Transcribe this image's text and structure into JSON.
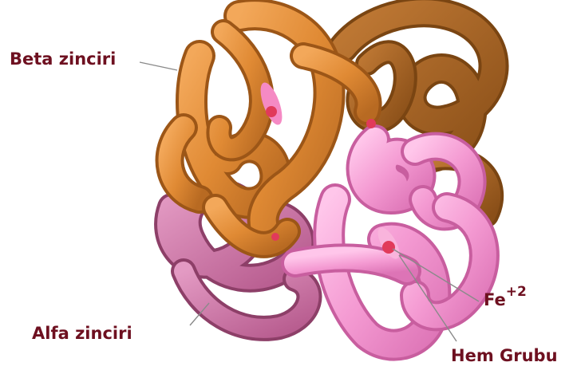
{
  "labels": {
    "beta": "Beta zinciri",
    "alfa": "Alfa zinciri",
    "fe_base": "Fe",
    "fe_charge": "+2",
    "hem": "Hem Grubu"
  },
  "colors": {
    "beta_light": "#e08a34",
    "beta_dark": "#a8621f",
    "beta_back": "#a15e1e",
    "alfa_light": "#f28ccc",
    "alfa_dark": "#cc6fa0",
    "heme": "#e13a5a",
    "label_text": "#6e1020",
    "leader": "#8a8a8a"
  }
}
